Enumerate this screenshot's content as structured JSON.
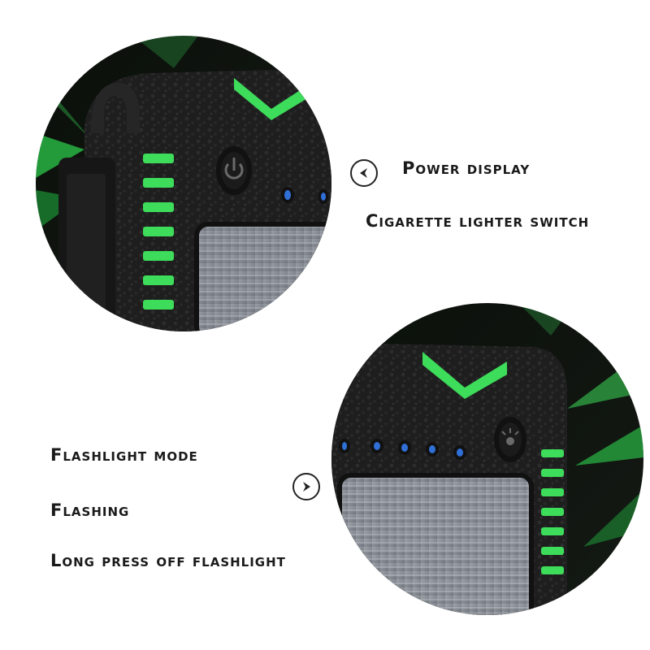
{
  "top_section": {
    "labels": [
      "Power display",
      "Cigarette lighter switch"
    ],
    "arrow_icon": "arrow-left-icon"
  },
  "bottom_section": {
    "labels": [
      "Flashlight mode",
      "Flashing",
      "Long press off flashlight"
    ],
    "arrow_icon": "arrow-right-icon"
  },
  "colors": {
    "accent_green": "#3ddc5a",
    "case_black": "#1c1c1c",
    "led_blue": "#2f6fd6",
    "solar_panel": "#8c8f96"
  }
}
